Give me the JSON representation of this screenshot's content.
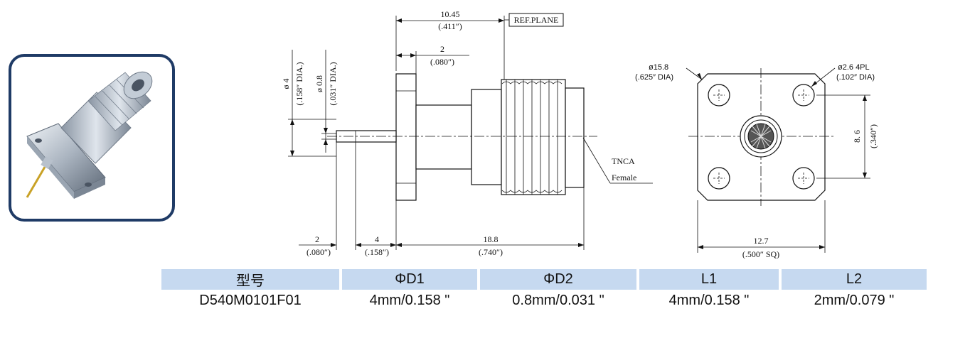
{
  "drawing": {
    "dim_overall_mm": "10.45",
    "dim_overall_in": "(.411″)",
    "ref_plane": "REF.PLANE",
    "dim_flange_mm": "2",
    "dim_flange_in": "(.080″)",
    "dia_d1_mm": "ø 4",
    "dia_d1_in": "(.158″ DIA.)",
    "dia_d2_mm": "ø 0.8",
    "dia_d2_in": "(.031″ DIA.)",
    "connector_line1": "TNCA",
    "connector_line2": "Female",
    "dim_pin_mm": "2",
    "dim_pin_in": "(.080″)",
    "dim_seg_mm": "4",
    "dim_seg_in": "(.158″)",
    "dim_body_mm": "18.8",
    "dim_body_in": "(.740″)",
    "flange_dia_mm": "ø15.8",
    "flange_dia_in": "(.625″ DIA)",
    "hole_mm": "ø2.6  4PL",
    "hole_in": "(.102″ DIA)",
    "spacing_mm": "8. 6",
    "spacing_in": "(.340″)",
    "square_mm": "12.7",
    "square_in": "(.500″ SQ)"
  },
  "table": {
    "headers": [
      "型号",
      "ΦD1",
      "ΦD2",
      "L1",
      "L2"
    ],
    "row": [
      "D540M0101F01",
      "4mm/0.158 ʺ",
      "0.8mm/0.031 ʺ",
      "4mm/0.158 ʺ",
      "2mm/0.079 ʺ"
    ]
  },
  "colors": {
    "table_header": "#c6d9f0",
    "frame_border": "#1f3b66",
    "metal_light": "#d6dde6",
    "metal_dark": "#6f7a88",
    "pin_gold": "#c9a227"
  },
  "icons": [
    "connector-photo",
    "side-view-drawing",
    "front-view-drawing"
  ]
}
